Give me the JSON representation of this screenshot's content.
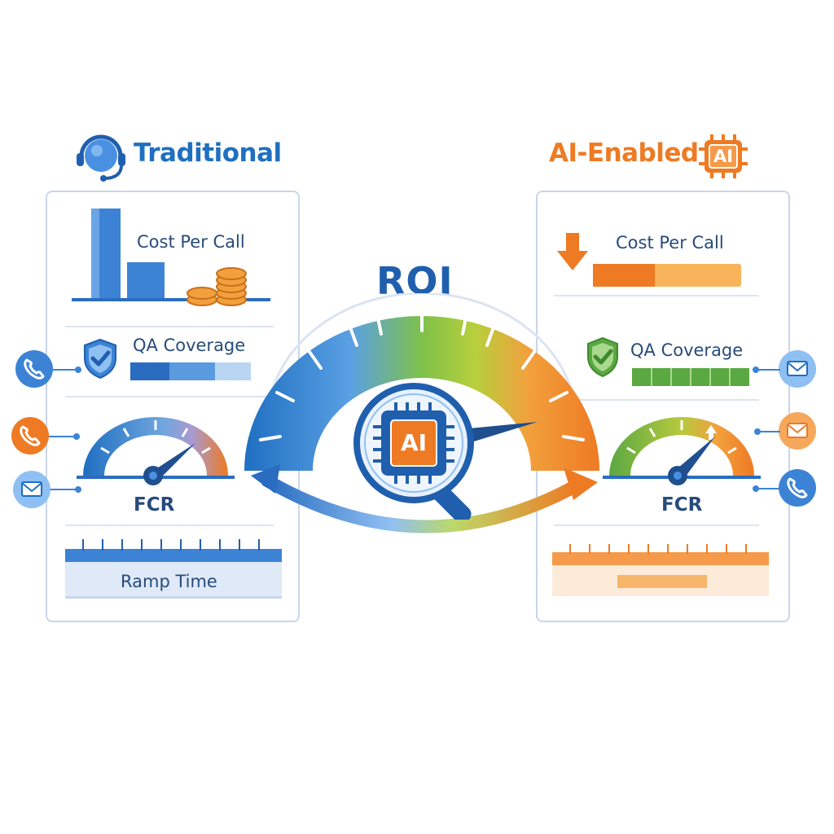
{
  "left": {
    "title": "Traditional",
    "cost_label": "Cost Per Call",
    "qa_label": "QA Coverage",
    "fcr_label": "FCR",
    "ramp_label": "Ramp Time"
  },
  "right": {
    "title": "AI-Enabled",
    "badge": "AI",
    "cost_label": "Cost Per Call",
    "qa_label": "QA Coverage",
    "fcr_label": "FCR"
  },
  "center": {
    "roi_label": "ROI",
    "chip_label": "AI"
  },
  "colors": {
    "blue": "#1f6fc1",
    "orange": "#ee7a23",
    "green": "#5aa842",
    "navy": "#274b7a"
  },
  "icons": [
    "headset-icon",
    "ai-chip-icon",
    "phone-icon",
    "email-icon",
    "shield-check-icon",
    "coins-icon",
    "down-arrow-icon",
    "magnifier-icon"
  ]
}
